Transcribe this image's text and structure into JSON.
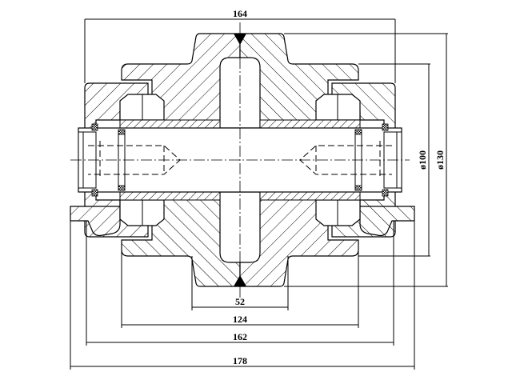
{
  "drawing": {
    "title": "Track roller cross-section",
    "dimensions": {
      "top_width": "164",
      "diameter_inner": "ø100",
      "diameter_outer": "ø130",
      "tread_width": "52",
      "body_width": "124",
      "shaft_span": "162",
      "overall_width": "178"
    }
  }
}
